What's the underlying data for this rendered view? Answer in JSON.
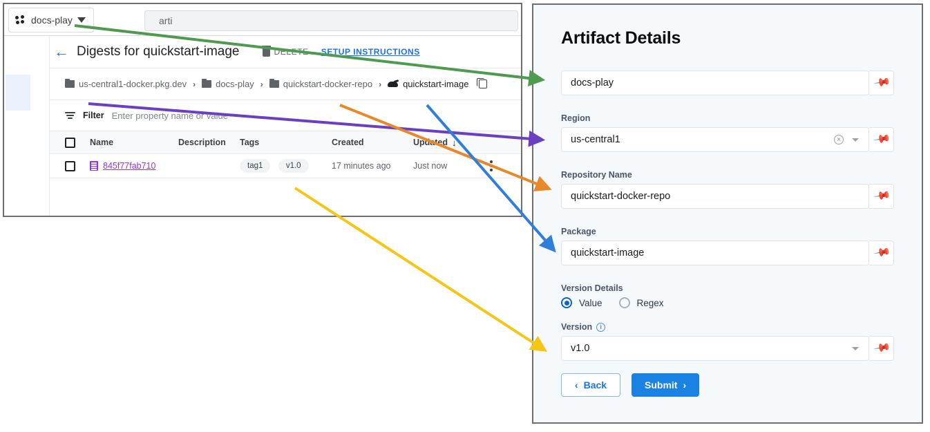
{
  "left_window": {
    "topbar": {
      "project_chip_label": "docs-play",
      "project_icon": "project-dots-icon",
      "caret_icon": "caret-down-icon",
      "search_value": "arti"
    },
    "page_header": {
      "back_icon": "back-arrow-icon",
      "title": "Digests for quickstart-image",
      "delete_label": "DELETE",
      "delete_icon": "trash-icon",
      "setup_link_label": "SETUP INSTRUCTIONS"
    },
    "breadcrumb": {
      "items": [
        {
          "label": "us-central1-docker.pkg.dev",
          "icon": "folder-icon"
        },
        {
          "label": "docs-play",
          "icon": "folder-icon"
        },
        {
          "label": "quickstart-docker-repo",
          "icon": "folder-icon"
        },
        {
          "label": "quickstart-image",
          "icon": "docker-whale-icon"
        }
      ],
      "separator": "›",
      "copy_icon": "copy-icon"
    },
    "filter": {
      "icon": "filter-icon",
      "label": "Filter",
      "placeholder": "Enter property name or value"
    },
    "table": {
      "columns": [
        "Name",
        "Description",
        "Tags",
        "Created",
        "Updated"
      ],
      "sorted_column": "Updated",
      "sort_direction_icon": "arrow-down-icon",
      "rows": [
        {
          "name": "845f77fab710",
          "name_icon": "digest-icon",
          "description": "",
          "tags": [
            "tag1",
            "v1.0"
          ],
          "created": "17 minutes ago",
          "updated": "Just now",
          "menu_icon": "kebab-menu-icon"
        }
      ]
    }
  },
  "right_panel": {
    "title": "Artifact Details",
    "fields": [
      {
        "label": "",
        "value": "docs-play",
        "has_clear": false,
        "has_dropdown": false,
        "pin_icon": "pin-icon"
      },
      {
        "label": "Region",
        "value": "us-central1",
        "has_clear": true,
        "has_dropdown": true,
        "pin_icon": "pin-icon"
      },
      {
        "label": "Repository Name",
        "value": "quickstart-docker-repo",
        "has_clear": false,
        "has_dropdown": false,
        "pin_icon": "pin-icon"
      },
      {
        "label": "Package",
        "value": "quickstart-image",
        "has_clear": false,
        "has_dropdown": false,
        "pin_icon": "pin-icon"
      }
    ],
    "version_details": {
      "label": "Version Details",
      "options": [
        {
          "label": "Value",
          "selected": true
        },
        {
          "label": "Regex",
          "selected": false
        }
      ]
    },
    "version_field": {
      "label": "Version",
      "info_icon": "info-icon",
      "value": "v1.0",
      "has_dropdown": true,
      "pin_icon": "pin-icon"
    },
    "buttons": {
      "back_label": "Back",
      "back_icon": "chevron-left-icon",
      "submit_label": "Submit",
      "submit_icon": "chevron-right-icon"
    }
  },
  "annotations": {
    "arrows": [
      {
        "name": "green-arrow",
        "color": "#4e9a4e",
        "from_label": "docs-play project chip",
        "to_label": "project field"
      },
      {
        "name": "purple-arrow",
        "color": "#6b3fc4",
        "from_label": "us-central1-docker.pkg.dev",
        "to_label": "Region field"
      },
      {
        "name": "orange-arrow",
        "color": "#e8882a",
        "from_label": "quickstart-docker-repo crumb",
        "to_label": "Repository Name field"
      },
      {
        "name": "blue-arrow",
        "color": "#2f7fd8",
        "from_label": "quickstart-image crumb",
        "to_label": "Package field"
      },
      {
        "name": "yellow-arrow",
        "color": "#f5c518",
        "from_label": "v1.0 tag",
        "to_label": "Version field"
      }
    ]
  },
  "colors": {
    "accent_blue": "#1a73e8",
    "purple_link": "#9334e6",
    "panel_bg": "#f6f9fc",
    "highlight": "#eaf1fd"
  }
}
